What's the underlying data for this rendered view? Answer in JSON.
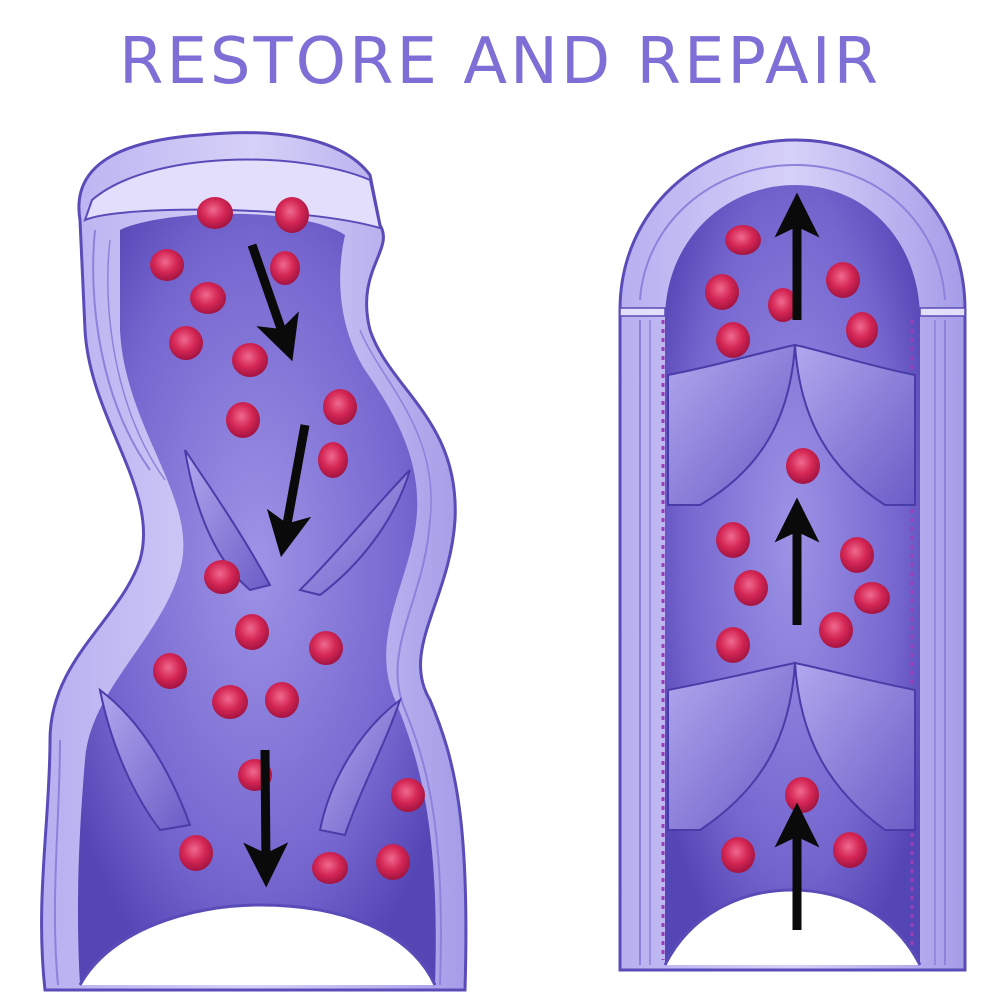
{
  "title": "RESTORE AND REPAIR",
  "colors": {
    "title": "#7d6fd6",
    "wall": "#9b92e2",
    "wall_light": "#c9c3f3",
    "lumen": "#7b6fd3",
    "lumen_dark": "#5a4cb8",
    "valve": "#8e85dc",
    "cell": "#d42655",
    "arrow": "#0a0a0a"
  },
  "panels": [
    {
      "name": "damaged-vein",
      "flow": "down",
      "arrow_count": 3
    },
    {
      "name": "healthy-vein",
      "flow": "up",
      "arrow_count": 3
    }
  ]
}
